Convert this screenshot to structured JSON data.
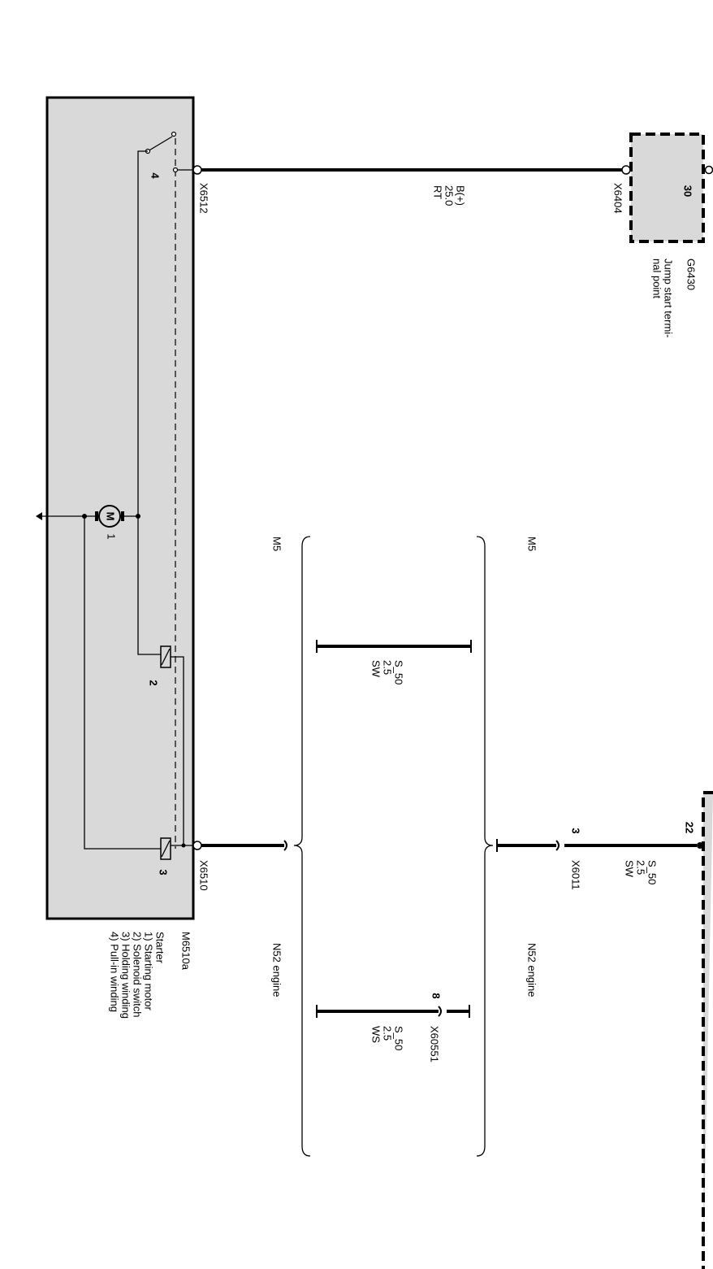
{
  "starter": {
    "id": "M6510a",
    "name": "Starter",
    "legend": [
      "1) Starting motor",
      "2) Solenoid switch",
      "3) Holding winding",
      "4) Pull-in winding"
    ],
    "label_1": "1",
    "label_2": "2",
    "label_3": "3",
    "label_4": "4",
    "motor_symbol": "M"
  },
  "jump_start": {
    "id": "G6430",
    "name_line1": "Jump start termi-",
    "name_line2": "nal point",
    "pin": "30"
  },
  "connectors": {
    "x6512": "X6512",
    "x6404": "X6404",
    "x6510": "X6510",
    "x6011": "X6011",
    "x6011_pin": "3",
    "x60551": "X60551",
    "x60551_pin": "8",
    "right_box_pin": "22"
  },
  "wires": {
    "battery": {
      "line1": "B(+)",
      "line2": "25.0",
      "line3": "RT"
    },
    "s50_sw_upper": {
      "line1": "S_50",
      "line2": "2.5",
      "line3": "SW"
    },
    "s50_sw_middle": {
      "line1": "S_50",
      "line2": "2.5",
      "line3": "SW"
    },
    "s50_ws": {
      "line1": "S_50",
      "line2": "2.5",
      "line3": "WS"
    }
  },
  "variants": {
    "upper_left": "N52 engine",
    "upper_right": "M5",
    "lower_left": "N52 engine",
    "lower_right": "M5"
  }
}
